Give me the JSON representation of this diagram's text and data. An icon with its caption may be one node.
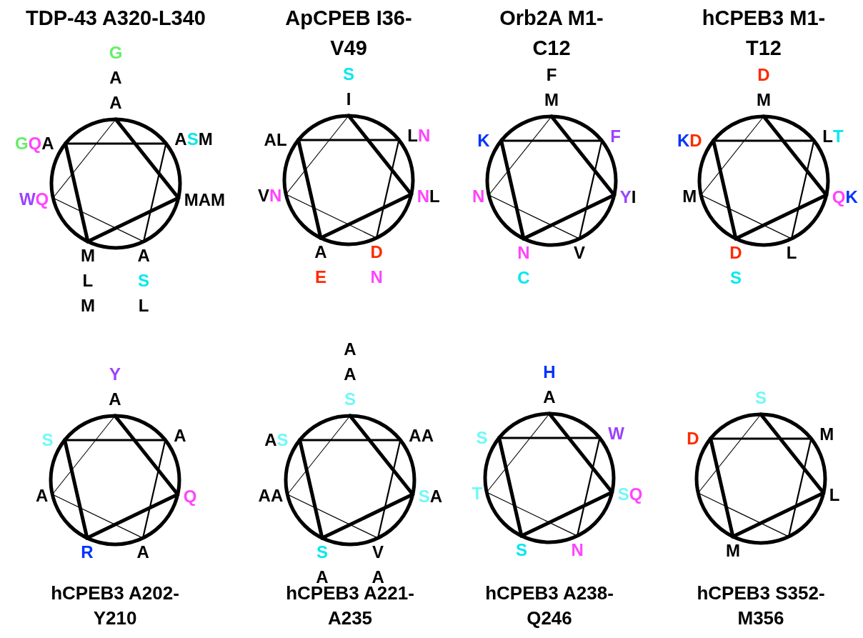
{
  "diagram": {
    "nodes": [
      {
        "text": [
          "TDP-43 A320-L340"
        ],
        "beside": [
          "G",
          "A",
          "A",
          "G",
          "Q",
          "A",
          "A",
          "S",
          "M",
          "W",
          "Q",
          "M",
          "A",
          "M",
          "M",
          "L",
          "M",
          "A",
          "S",
          "L"
        ]
      },
      {
        "text": [
          "ApCPEB I36-V49"
        ],
        "beside": [
          "S",
          "I",
          "A",
          "L",
          "L",
          "N",
          "V",
          "N",
          "N",
          "L",
          "A",
          "E",
          "D",
          "N"
        ]
      },
      {
        "text": [
          "Orb2A M1-C12"
        ],
        "beside": [
          "F",
          "M",
          "K",
          "F",
          "N",
          "Y",
          "I",
          "N",
          "C",
          "V"
        ]
      },
      {
        "text": [
          "hCPEB3 M1-T12"
        ],
        "beside": [
          "D",
          "M",
          "K",
          "D",
          "L",
          "T",
          "M",
          "Q",
          "K",
          "D",
          "S",
          "L"
        ]
      },
      {
        "text": [
          "hCPEB3 A202-Y210"
        ],
        "beside": [
          "Y",
          "A",
          "S",
          "A",
          "A",
          "Q",
          "R",
          "A"
        ]
      },
      {
        "text": [
          "hCPEB3 A221-A235"
        ],
        "beside": [
          "A",
          "A",
          "S",
          "A",
          "S",
          "A",
          "A",
          "A",
          "A",
          "S",
          "A",
          "S",
          "A",
          "V",
          "A"
        ]
      },
      {
        "text": [
          "hCPEB3 A238-Q246"
        ],
        "beside": [
          "H",
          "A",
          "S",
          "W",
          "T",
          "S",
          "Q",
          "S",
          "N"
        ]
      },
      {
        "text": [
          "hCPEB3 S352-M356"
        ],
        "beside": [
          "S",
          "D",
          "M",
          "L",
          "M"
        ]
      }
    ]
  }
}
